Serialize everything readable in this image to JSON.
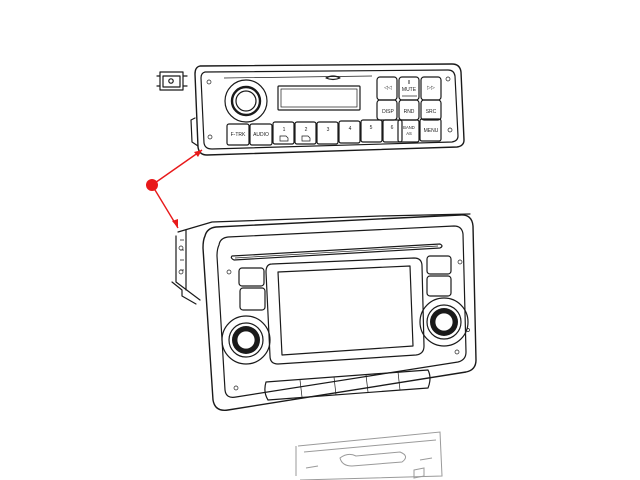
{
  "callout": {
    "color": "#e8191a"
  },
  "radio_top": {
    "buttons": [
      {
        "id": "f-trk",
        "label": "F-TRK"
      },
      {
        "id": "audio",
        "label": "AUDIO"
      },
      {
        "id": "preset-1",
        "label": "1"
      },
      {
        "id": "preset-2",
        "label": "2"
      },
      {
        "id": "preset-3",
        "label": "3"
      },
      {
        "id": "preset-4",
        "label": "4"
      },
      {
        "id": "preset-5",
        "label": "5"
      },
      {
        "id": "preset-6",
        "label": "6"
      },
      {
        "id": "band",
        "label": "BAND"
      },
      {
        "id": "menu",
        "label": "MENU"
      }
    ],
    "band_sub": "AS",
    "side_buttons": [
      {
        "id": "seek-back",
        "label": "◁◁"
      },
      {
        "id": "mute",
        "label": "MUTE"
      },
      {
        "id": "seek-fwd",
        "label": "▷▷"
      },
      {
        "id": "disp",
        "label": "DISP"
      },
      {
        "id": "rnd",
        "label": "RND"
      },
      {
        "id": "src",
        "label": "SRC"
      }
    ],
    "mute_top": "II"
  }
}
